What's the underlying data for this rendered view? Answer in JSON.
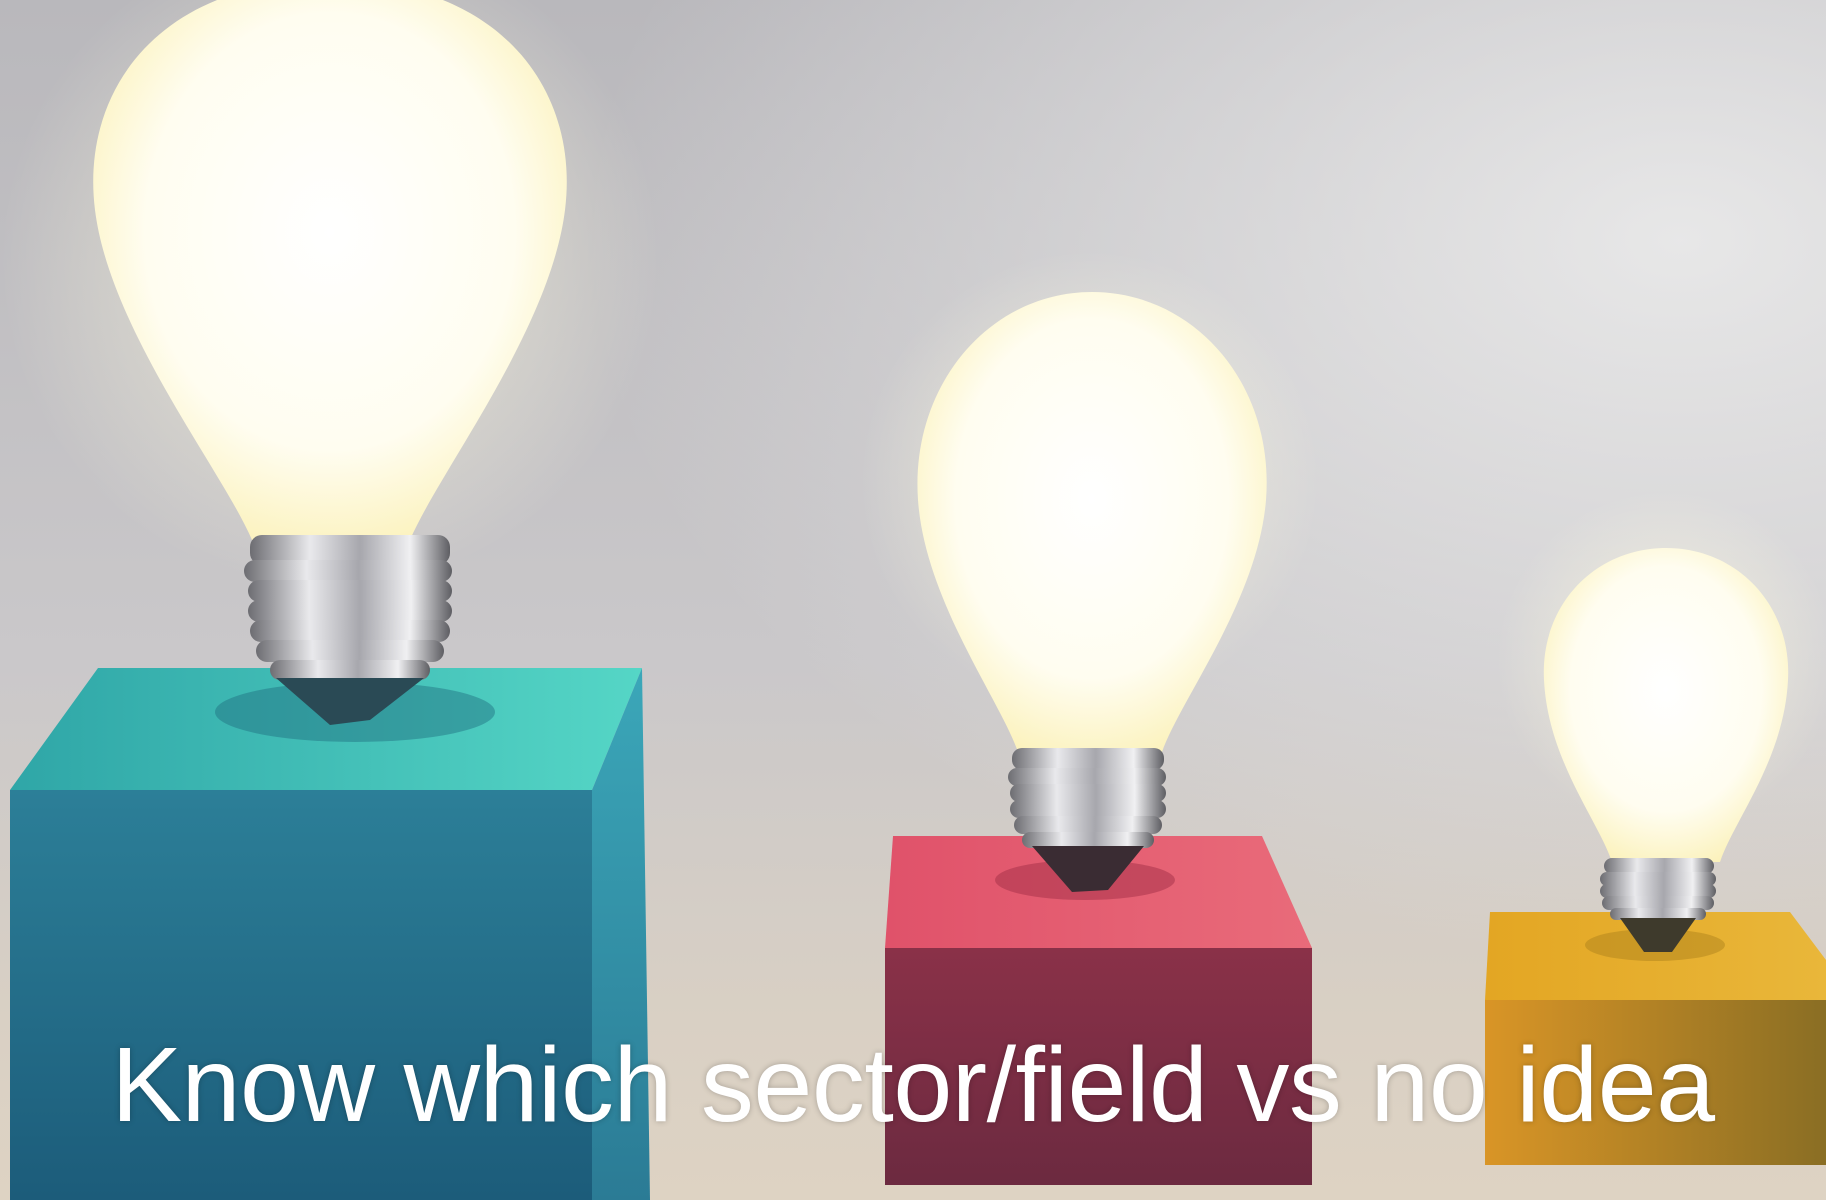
{
  "slide": {
    "caption": "Know which sector/field vs no idea"
  },
  "colors": {
    "background": "#c4c3c6",
    "teal_block": "#2a8ea8",
    "pink_block": "#b63552",
    "yellow_block": "#c99a22",
    "bulb_glow": "#fffbe0",
    "caption_text": "#ffffff"
  },
  "objects": [
    {
      "name": "large-bulb",
      "pedestal": "teal"
    },
    {
      "name": "medium-bulb",
      "pedestal": "pink"
    },
    {
      "name": "small-bulb",
      "pedestal": "yellow"
    }
  ]
}
